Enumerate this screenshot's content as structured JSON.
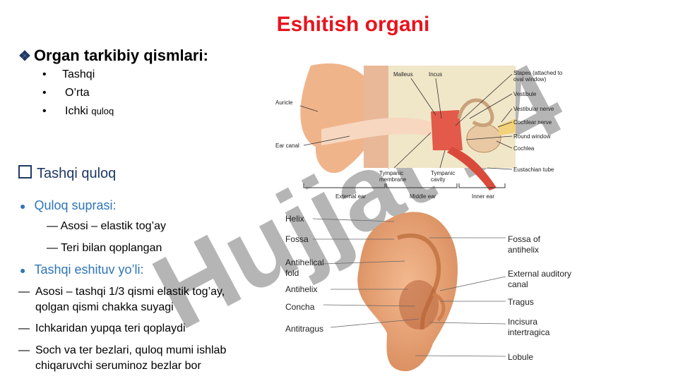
{
  "title": "Eshitish organi",
  "section1": {
    "heading": "Organ tarkibiy qismlari:",
    "bullets": [
      "Tashqi",
      "O’rta",
      "Ichki"
    ],
    "bullet3_suffix": "quloq"
  },
  "section2": {
    "heading": "Tashqi quloq",
    "item1": {
      "label": "Quloq suprasi:",
      "subs": [
        "Asosi – elastik tog’ay",
        "Teri bilan qoplangan"
      ]
    },
    "item2": {
      "label": "Tashqi eshituv yo’li:",
      "lines": [
        [
          "Asosi – tashqi 1/3 qismi elastik tog’ay,",
          "qolgan qismi chakka suyagi"
        ],
        [
          "Ichkaridan yupqa teri qoplaydi"
        ],
        [
          "Soch va ter bezlari, quloq mumi ishlab",
          "chiqaruvchi seruminoz bezlar bor"
        ]
      ]
    }
  },
  "diagram1": {
    "labels": {
      "auricle": "Auricle",
      "ear_canal": "Ear canal",
      "malleus": "Malleus",
      "incus": "Incus",
      "stapes": [
        "Stapes (attached to",
        "oval window)"
      ],
      "vestibule": "Vestibule",
      "vestibular_nerve": "Vestibular nerve",
      "cochlear_nerve": "Cochlear nerve",
      "round_window": "Round window",
      "cochlea": "Cochlea",
      "eustachian_tube": "Eustachian tube",
      "tympanic_membrane": [
        "Tympanic",
        "membrane"
      ],
      "tympanic_cavity": [
        "Tympanic",
        "cavity"
      ],
      "external_ear": "External ear",
      "middle_ear": "Middle ear",
      "inner_ear": "Inner ear"
    }
  },
  "diagram2": {
    "labels": {
      "helix": "Helix",
      "fossa": "Fossa",
      "antihelical_fold": [
        "Antihelical",
        "fold"
      ],
      "antihelix": "Antihelix",
      "concha": "Concha",
      "antitragus": "Antitragus",
      "fossa_of_antihelix": [
        "Fossa of",
        "antihelix"
      ],
      "external_auditory_canal": [
        "External auditory",
        "canal"
      ],
      "tragus": "Tragus",
      "incisura_intertragica": [
        "Incisura",
        "intertragica"
      ],
      "lobule": "Lobule"
    }
  },
  "watermark": {
    "text": "Hujjat 24",
    "color": "#7a7a7a",
    "accent": "#8a2be2"
  },
  "colors": {
    "title": "#e8141d",
    "heading_blue": "#1f3864",
    "link_blue": "#2e75b6",
    "skin": "#f0b48a",
    "bone": "#f0e6c8"
  }
}
